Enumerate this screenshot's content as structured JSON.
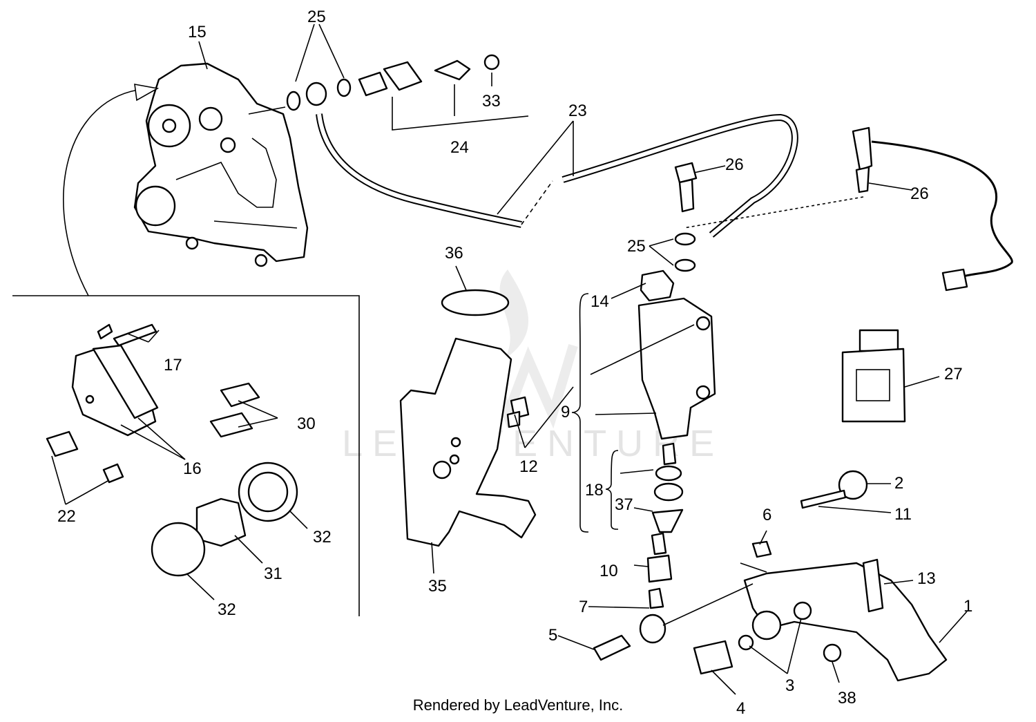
{
  "footer": "Rendered by LeadVenture, Inc.",
  "watermark": "LEADVENTURE",
  "callouts": [
    "1",
    "2",
    "3",
    "4",
    "5",
    "6",
    "7",
    "9",
    "10",
    "11",
    "12",
    "13",
    "14",
    "15",
    "16",
    "17",
    "18",
    "22",
    "23",
    "24",
    "25",
    "25",
    "26",
    "26",
    "27",
    "30",
    "31",
    "32",
    "32",
    "33",
    "35",
    "36",
    "37",
    "38"
  ]
}
